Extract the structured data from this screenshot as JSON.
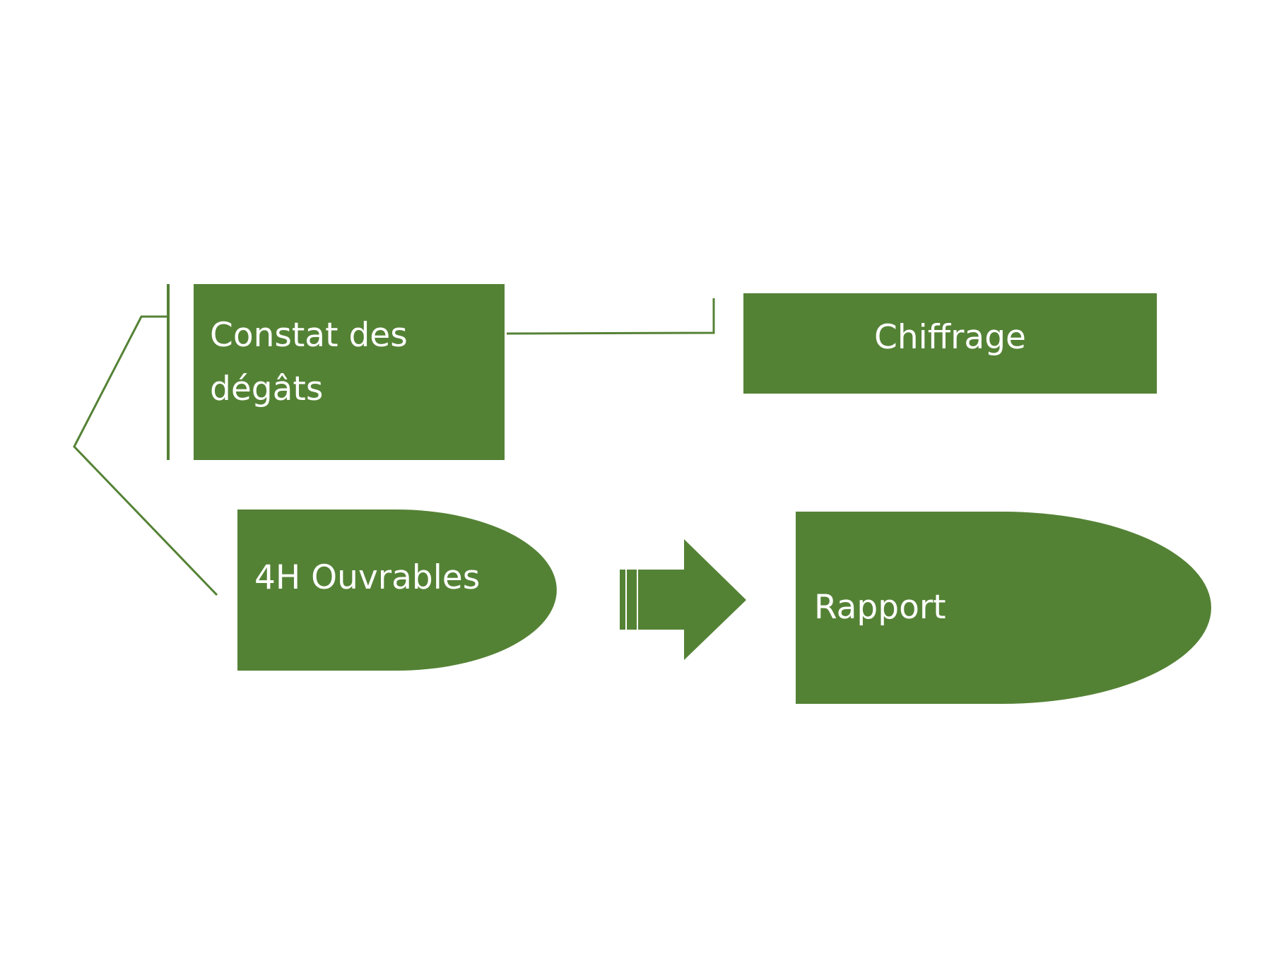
{
  "diagram": {
    "shape_color": "#548235",
    "background_color": "#ffffff",
    "shapes": {
      "constat": {
        "label_line1": "Constat des",
        "label_line2": "dégâts"
      },
      "chiffrage": {
        "label": "Chiffrage"
      },
      "ouvrables": {
        "label": "4H Ouvrables"
      },
      "rapport": {
        "label": "Rapport"
      }
    },
    "icons": {
      "arrow": "right-block-arrow-icon"
    }
  }
}
